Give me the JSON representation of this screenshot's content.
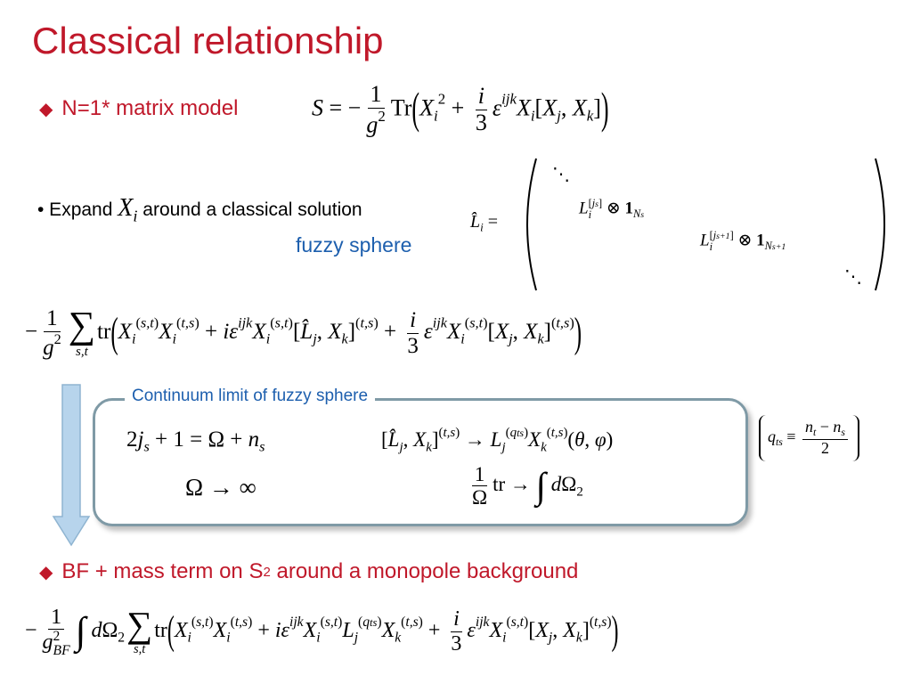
{
  "title": "Classical relationship",
  "bullet1": "N=1* matrix model",
  "bullet2_prefix": "• Expand",
  "bullet2_suffix": "around a classical solution",
  "fuzzy_label": "fuzzy sphere",
  "box_label": "Continuum limit of fuzzy sphere",
  "bullet3_a": "BF + mass term on S",
  "bullet3_sup": "2",
  "bullet3_b": "around a monopole background",
  "colors": {
    "title": "#c0182a",
    "accent_blue": "#1d5fae",
    "arrow_fill": "#b7d4ec",
    "box_border": "#7f9aa6"
  },
  "icons": {
    "bullet_diamond": "diamond-icon",
    "down_arrow": "down-arrow-icon"
  }
}
